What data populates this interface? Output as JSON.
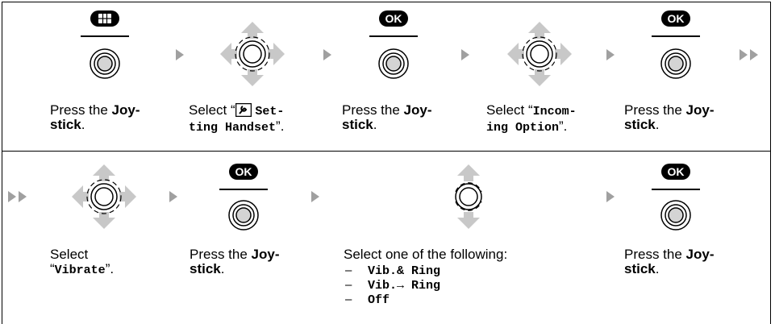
{
  "row1": {
    "step1": {
      "pre": "Press the ",
      "bold1": "Joy-",
      "bold2": "stick",
      "post": "."
    },
    "step2": {
      "pre": "Select “",
      "mono1": "Set-",
      "mono2": "ting Handset",
      "post": "”."
    },
    "step3": {
      "pre": "Press the ",
      "bold1": "Joy-",
      "bold2": "stick",
      "post": "."
    },
    "step4": {
      "pre": "Select “",
      "mono1": "Incom-",
      "mono2": "ing Option",
      "post": "”."
    },
    "step5": {
      "pre": "Press the ",
      "bold1": "Joy-",
      "bold2": "stick",
      "post": "."
    }
  },
  "row2": {
    "step1": {
      "line1": "Select",
      "q1": "“",
      "mono": "Vibrate",
      "q2": "”."
    },
    "step2": {
      "pre": "Press the ",
      "bold1": "Joy-",
      "bold2": "stick",
      "post": "."
    },
    "step3": {
      "intro": "Select one of the following:",
      "dash": "–",
      "options": [
        "Vib.& Ring",
        "Vib.→ Ring",
        "Off"
      ]
    },
    "step4": {
      "pre": "Press the ",
      "bold1": "Joy-",
      "bold2": "stick",
      "post": "."
    }
  },
  "ok_label": "OK",
  "icons": [
    "menu-key-icon",
    "joystick-icon",
    "ok-key-icon",
    "navigation-4way-icon",
    "navigation-updown-icon",
    "setting-handset-icon",
    "step-arrow-icon",
    "continue-arrow-icon"
  ],
  "colors": {
    "line": "#000000",
    "arrow": "#a0a0a0",
    "joystick_fill": "#d4d4d4"
  }
}
